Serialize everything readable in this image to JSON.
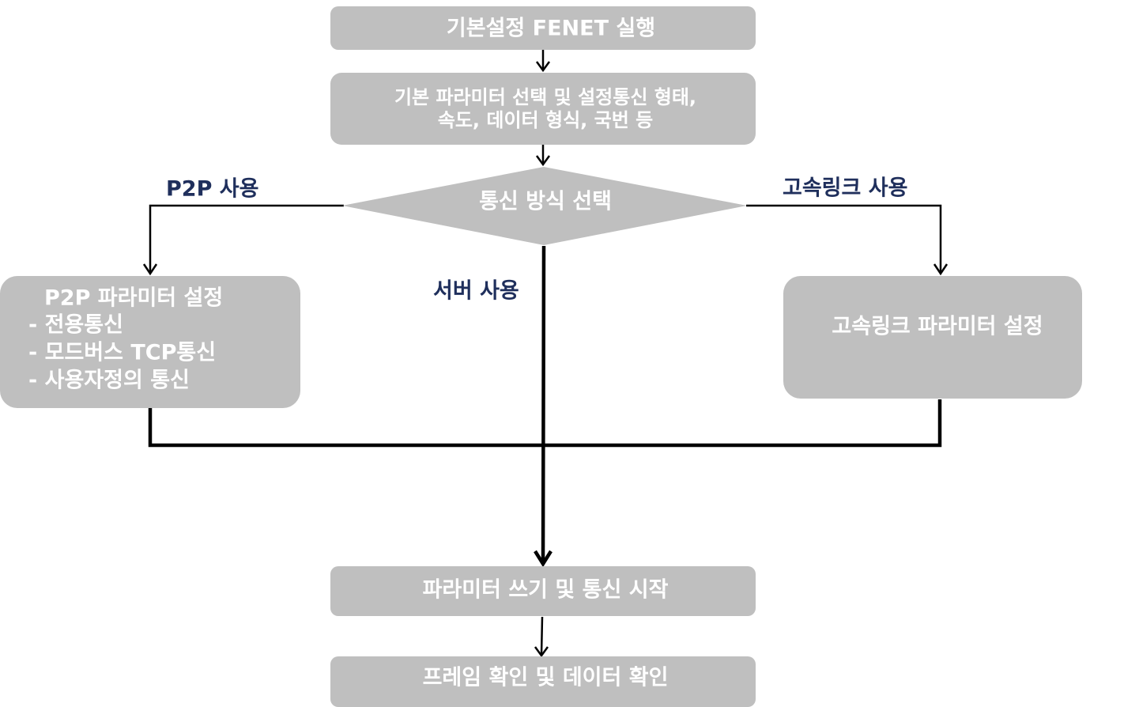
{
  "nodes": {
    "start": {
      "label": "기본설정 FENET 실행"
    },
    "basic_params": {
      "line1": "기본 파라미터 선택 및 설정통신 형태,",
      "line2": "속도, 데이터 형식, 국번 등"
    },
    "decision": {
      "label": "통신 방식 선택"
    },
    "p2p_params": {
      "title": "P2P 파라미터 설정",
      "items": [
        "- 전용통신",
        "- 모드버스 TCP통신",
        "- 사용자정의 통신"
      ]
    },
    "highspeed_params": {
      "label": "고속링크 파라미터 설정"
    },
    "write_start": {
      "label": "파라미터 쓰기 및 통신 시작"
    },
    "verify": {
      "label": "프레임 확인 및 데이터 확인"
    }
  },
  "edges": {
    "p2p": {
      "label": "P2P 사용"
    },
    "server": {
      "label": "서버 사용"
    },
    "highspeed": {
      "label": "고속링크 사용"
    }
  },
  "colors": {
    "node_fill": "#bfbfbf",
    "node_text": "#ffffff",
    "edge_label": "#1f2f5c",
    "line": "#000000"
  }
}
